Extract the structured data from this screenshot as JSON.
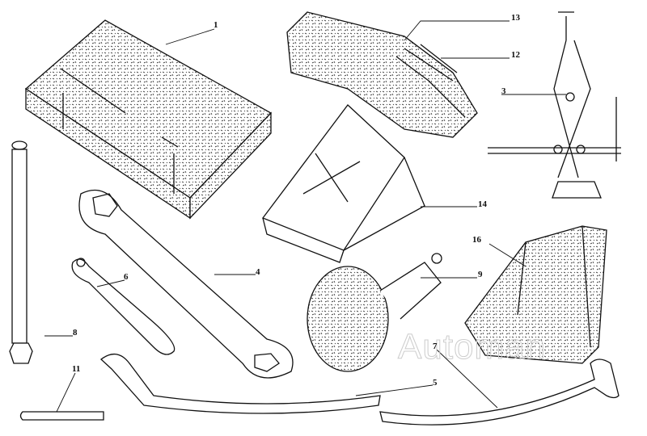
{
  "watermark": "Automan",
  "callouts": {
    "c1": "1",
    "c13": "13",
    "c12": "12",
    "c3": "3",
    "c14": "14",
    "c16": "16",
    "c4": "4",
    "c6": "6",
    "c8": "8",
    "c9": "9",
    "c7": "7",
    "c5": "5",
    "c11": "11"
  }
}
